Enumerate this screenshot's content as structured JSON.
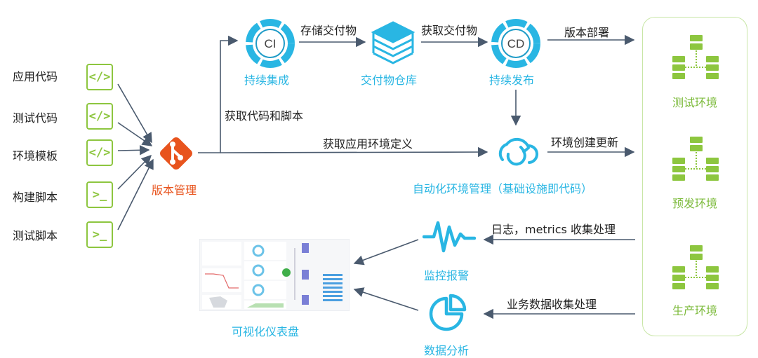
{
  "sources": {
    "app_code": "应用代码",
    "test_code": "测试代码",
    "env_template": "环境模板",
    "build_script": "构建脚本",
    "test_script": "测试脚本"
  },
  "icons": {
    "code": "</>",
    "terminal": ">_",
    "ci_badge": "CI",
    "cd_badge": "CD"
  },
  "nodes": {
    "version_mgmt": "版本管理",
    "ci": "持续集成",
    "artifact_repo": "交付物仓库",
    "cd": "持续发布",
    "automation": "自动化环境管理（基础设施即代码）",
    "monitor": "监控报警",
    "analysis": "数据分析",
    "dashboard": "可视化仪表盘"
  },
  "edges": {
    "store_artifact": "存储交付物",
    "fetch_artifact": "获取交付物",
    "deploy": "版本部署",
    "fetch_code_script": "获取代码和脚本",
    "fetch_env_def": "获取应用环境定义",
    "env_update": "环境创建更新",
    "logs_metrics": "日志，metrics 收集处理",
    "biz_data": "业务数据收集处理"
  },
  "environments": {
    "test": "测试环境",
    "staging": "预发环境",
    "production": "生产环境"
  },
  "colors": {
    "green": "#8dc63f",
    "blue": "#29b6e3",
    "orange": "#e8541e",
    "arrow": "#4a5a6e"
  }
}
